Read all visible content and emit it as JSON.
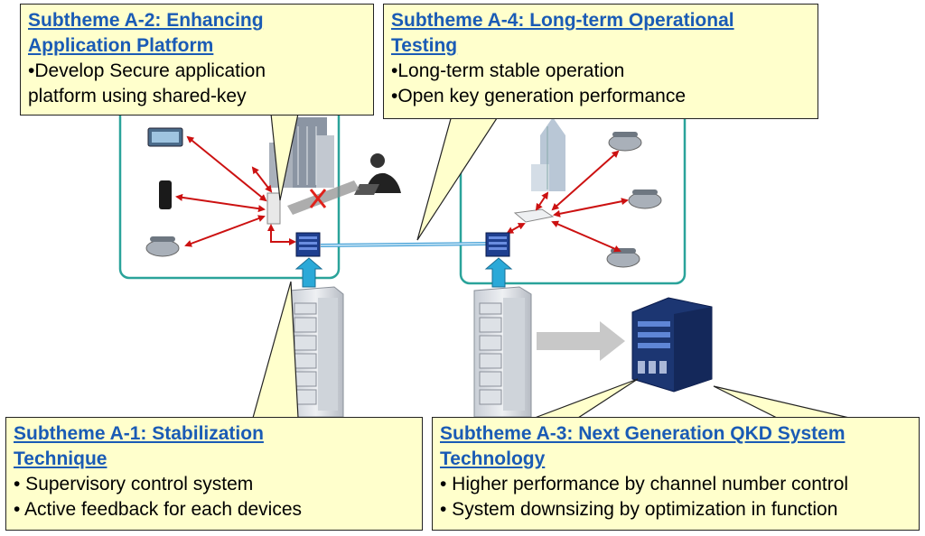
{
  "callouts": {
    "a2": {
      "title_line1": "Subtheme A-2:  Enhancing",
      "title_line2": "Application Platform",
      "bullets": [
        "•Develop Secure application",
        "platform using shared-key"
      ]
    },
    "a4": {
      "title_line1": "Subtheme A-4:  Long-term Operational",
      "title_line2": "Testing",
      "bullets": [
        "•Long-term stable operation",
        "•Open key generation performance"
      ]
    },
    "a1": {
      "title_line1": "Subtheme A-1:  Stabilization",
      "title_line2": "Technique",
      "bullets": [
        "• Supervisory control system",
        "• Active feedback for each devices"
      ]
    },
    "a3": {
      "title_line1": "Subtheme A-3:  Next Generation QKD System",
      "title_line2": "Technology",
      "bullets": [
        "• Higher performance by channel number control",
        "• System downsizing by optimization in function"
      ]
    }
  },
  "colors": {
    "callout_fill": "#ffffcc",
    "title_text": "#1a5bb5",
    "network_box": "#2aa39a",
    "arrow_red": "#cc1111",
    "uplink_arrow": "#2aa9d8",
    "qkd_link": "#4aa3d8"
  },
  "icons": [
    "building-icon",
    "hacker-icon",
    "telephone-icon",
    "smartphone-icon",
    "tablet-icon",
    "router-icon",
    "qkd-device-icon",
    "server-rack-icon",
    "compact-qkd-system-icon",
    "block-x-icon"
  ]
}
